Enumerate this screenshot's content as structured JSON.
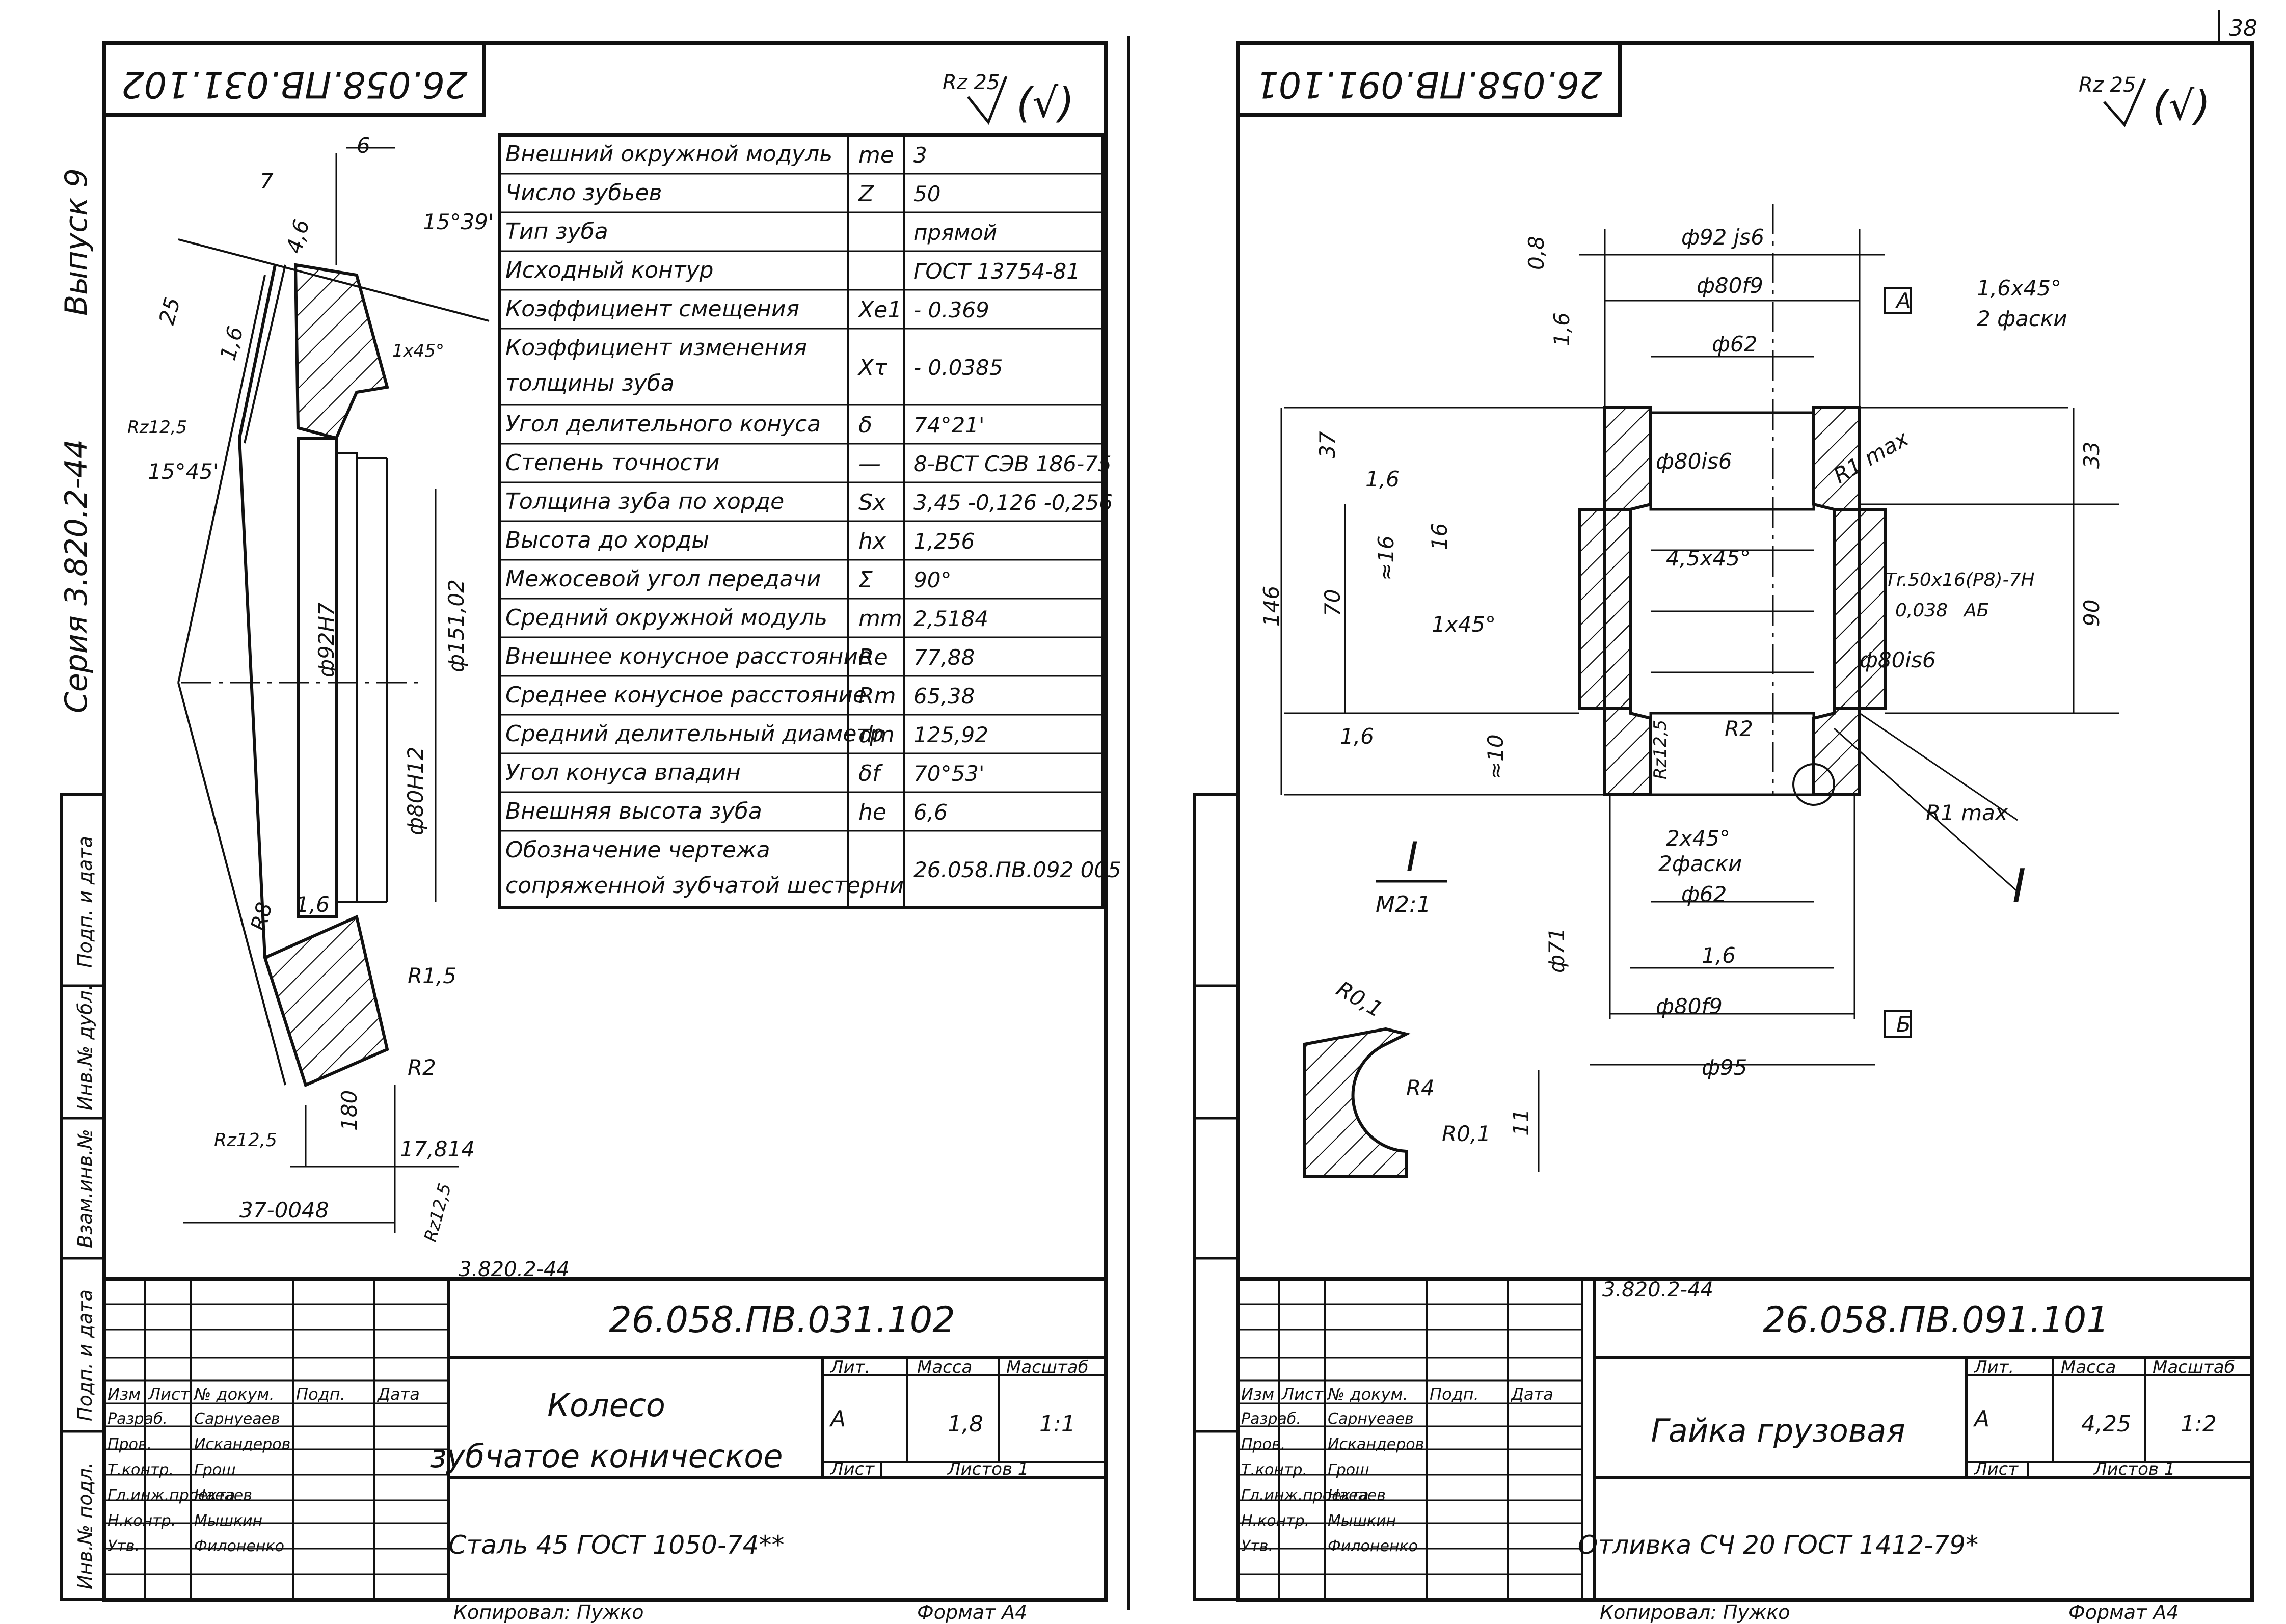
{
  "page_number": "38",
  "left_sheet": {
    "rotated_code": "26.058.ПВ.031.102",
    "roughness_symbol": "Rz 25",
    "roughness_check": "(√)",
    "side_labels": {
      "series": "Серия 3.820.2-44",
      "issue": "Выпуск 9"
    },
    "dims": [
      "6",
      "7",
      "4,6",
      "15°39'",
      "25",
      "1,6",
      "1х45°",
      "Rz12,5",
      "15°45'",
      "ф92Н7",
      "ф151,02",
      "ф80Н12",
      "R8",
      "1,6",
      "R1,5",
      "R2",
      "Rz12,5",
      "180",
      "17,814",
      "37-0048",
      "Rz12,5"
    ],
    "param_table": [
      {
        "label": "Внешний окружной модуль",
        "symbol": "me",
        "value": "3"
      },
      {
        "label": "Число зубьев",
        "symbol": "Z",
        "value": "50"
      },
      {
        "label": "Тип зуба",
        "symbol": "",
        "value": "прямой"
      },
      {
        "label": "Исходный контур",
        "symbol": "",
        "value": "ГОСТ 13754-81"
      },
      {
        "label": "Коэффициент смещения",
        "symbol": "Xe1",
        "value": "- 0.369"
      },
      {
        "label": "Коэффициент изменения толщины зуба",
        "symbol": "Xτ",
        "value": "- 0.0385"
      },
      {
        "label": "Угол делительного конуса",
        "symbol": "δ",
        "value": "74°21'"
      },
      {
        "label": "Степень точности",
        "symbol": "—",
        "value": "8-BCT СЭВ 186-75"
      },
      {
        "label": "Толщина зуба по хорде",
        "symbol": "Sx",
        "value": "3,45 -0,126 -0,256"
      },
      {
        "label": "Высота до хорды",
        "symbol": "hx",
        "value": "1,256"
      },
      {
        "label": "Межосевой угол передачи",
        "symbol": "Σ",
        "value": "90°"
      },
      {
        "label": "Средний окружной модуль",
        "symbol": "mm",
        "value": "2,5184"
      },
      {
        "label": "Внешнее конусное расстояние",
        "symbol": "Re",
        "value": "77,88"
      },
      {
        "label": "Среднее конусное расстояние",
        "symbol": "Rm",
        "value": "65,38"
      },
      {
        "label": "Средний делительный диаметр",
        "symbol": "dm",
        "value": "125,92"
      },
      {
        "label": "Угол конуса впадин",
        "symbol": "δf",
        "value": "70°53'"
      },
      {
        "label": "Внешняя высота зуба",
        "symbol": "he",
        "value": "6,6"
      },
      {
        "label": "Обозначение чертежа сопряженной зубчатой шестерни",
        "symbol": "",
        "value": "26.058.ПВ.092 005"
      }
    ],
    "title_block": {
      "series_code": "3.820.2-44",
      "drawing_number": "26.058.ПВ.031.102",
      "name_line1": "Колесо",
      "name_line2": "зубчатое коническое",
      "material": "Сталь 45 ГОСТ 1050-74**",
      "lit_header": "Лит.",
      "mass_header": "Масса",
      "scale_header": "Масштаб",
      "lit": "А",
      "mass": "1,8",
      "scale": "1:1",
      "sheet": "Лист",
      "sheets": "Листов 1",
      "rev_header": [
        "Изм",
        "Лист",
        "№ докум.",
        "Подп.",
        "Дата"
      ],
      "roles": [
        "Разраб.",
        "Пров.",
        "Т.контр.",
        "Гл.инж.проекта",
        "Н.контр.",
        "Утв."
      ],
      "names": [
        "Сарнуеаев",
        "Искандеров",
        "Грош",
        "Наеаев",
        "Мышкин",
        "Филоненко"
      ],
      "copied": "Копировал: Пужко",
      "format": "Формат А4"
    }
  },
  "right_sheet": {
    "rotated_code": "26.058.ПВ.091.101",
    "roughness_symbol": "Rz 25",
    "roughness_check": "(√)",
    "dims": [
      "ф92 js6",
      "0,8",
      "ф80f9",
      "А",
      "1,6",
      "1,6х45°",
      "2 фаски",
      "ф62",
      "37",
      "1,6",
      "ф80is6",
      "R1 max",
      "33",
      "146",
      "70",
      "16",
      "≈16",
      "4,5х45°",
      "1х45°",
      "Тr.50х16(P8)-7Н",
      "0,038",
      "АБ",
      "90",
      "ф80is6",
      "1,6",
      "≈10",
      "Rz12,5",
      "R2",
      "R1 max",
      "2х45°",
      "2фаски",
      "ф62",
      "ф71",
      "1,6",
      "ф80f9",
      "Б",
      "ф95"
    ],
    "detail": {
      "label": "I",
      "scale": "М2:1",
      "r1": "R0,1",
      "r2": "R4",
      "r3": "R0,1",
      "dim": "11"
    },
    "callout": "I",
    "title_block": {
      "series_code": "3.820.2-44",
      "drawing_number": "26.058.ПВ.091.101",
      "name_line1": "Гайка грузовая",
      "material": "Отливка СЧ 20 ГОСТ 1412-79*",
      "lit_header": "Лит.",
      "mass_header": "Масса",
      "scale_header": "Масштаб",
      "lit": "А",
      "mass": "4,25",
      "scale": "1:2",
      "sheet": "Лист",
      "sheets": "Листов 1",
      "rev_header": [
        "Изм",
        "Лист",
        "№ докум.",
        "Подп.",
        "Дата"
      ],
      "roles": [
        "Разраб.",
        "Пров.",
        "Т.контр.",
        "Гл.инж.проекта",
        "Н.контр.",
        "Утв."
      ],
      "names": [
        "Сарнуеаев",
        "Искандеров",
        "Грош",
        "Наеаев",
        "Мышкин",
        "Филоненко"
      ],
      "copied": "Копировал: Пужко",
      "format": "Формат А4"
    }
  },
  "margin_stamp": [
    "Подп. и дата",
    "Инв.№ дубл.",
    "Взам.инв.№",
    "Подп. и дата",
    "Инв.№ подл."
  ]
}
